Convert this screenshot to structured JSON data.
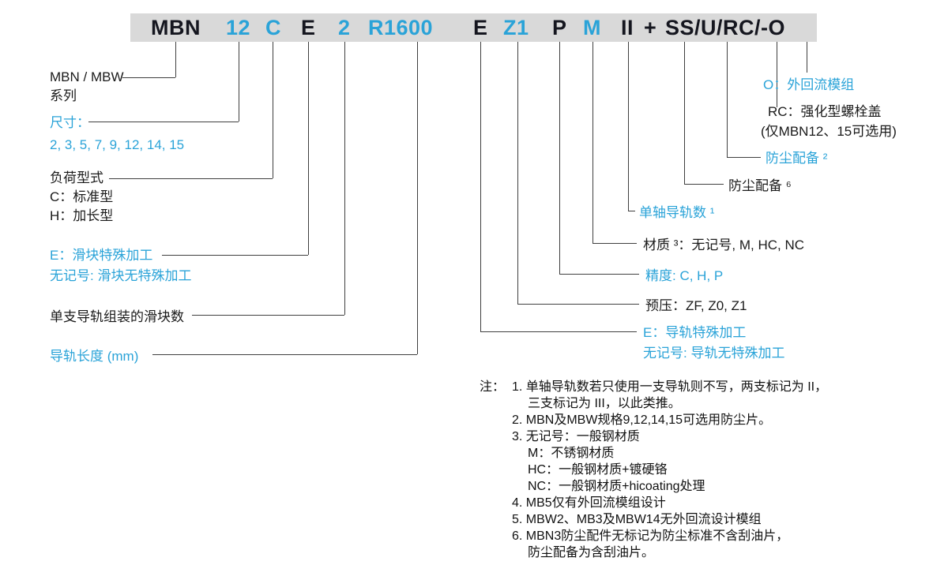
{
  "colors": {
    "accent_blue": "#2aa3d8",
    "dark_text": "#15161f",
    "bar_background": "#d9d9d9",
    "connector_line": "#3f3f3f"
  },
  "code_bar": {
    "full_code": "MBN 12 C E 2 R1600 E Z1 P M II + SS/U/RC/-O",
    "segments": [
      {
        "text": "MBN",
        "meaning": "series"
      },
      {
        "text": "12",
        "meaning": "size"
      },
      {
        "text": "C",
        "meaning": "load-type"
      },
      {
        "text": "E",
        "meaning": "block-special-machining"
      },
      {
        "text": "2",
        "meaning": "blocks-per-rail"
      },
      {
        "text": "R1600",
        "meaning": "rail-length"
      },
      {
        "text": "E",
        "meaning": "rail-special-machining"
      },
      {
        "text": "Z1",
        "meaning": "preload"
      },
      {
        "text": "P",
        "meaning": "accuracy"
      },
      {
        "text": "M",
        "meaning": "material"
      },
      {
        "text": "II",
        "meaning": "rails-per-axis"
      },
      {
        "text": "+",
        "meaning": "separator"
      },
      {
        "text": "SS/U/RC/-O",
        "meaning": "options"
      }
    ]
  },
  "labels_left": [
    {
      "lines": [
        "MBN / MBW",
        "系列"
      ]
    },
    {
      "lines": [
        "尺寸：",
        "2, 3, 5, 7, 9, 12, 14, 15"
      ]
    },
    {
      "lines": [
        "负荷型式",
        "C：标准型",
        "H：加长型"
      ]
    },
    {
      "lines": [
        "E：滑块特殊加工",
        "无记号: 滑块无特殊加工"
      ]
    },
    {
      "lines": [
        "单支导轨组装的滑块数"
      ]
    },
    {
      "lines": [
        "导轨长度 (mm)"
      ]
    }
  ],
  "labels_right": [
    {
      "lines": [
        "O：外回流模组"
      ]
    },
    {
      "lines": [
        "RC：强化型螺栓盖",
        "(仅MBN12、15可选用)"
      ]
    },
    {
      "lines": [
        "防尘配备 ²"
      ]
    },
    {
      "lines": [
        "防尘配备 ⁶"
      ]
    },
    {
      "lines": [
        "单轴导轨数 ¹"
      ]
    },
    {
      "lines": [
        "材质 ³：无记号, M, HC, NC"
      ]
    },
    {
      "lines": [
        "精度: C, H, P"
      ]
    },
    {
      "lines": [
        "预压：ZF, Z0, Z1"
      ]
    },
    {
      "lines": [
        "E：导轨特殊加工",
        "无记号: 导轨无特殊加工"
      ]
    }
  ],
  "notes": {
    "prefix": "注：",
    "lines": [
      {
        "text": "1. 单轴导轨数若只使用一支导轨则不写，两支标记为 II，"
      },
      {
        "text": "三支标记为 III，以此类推。"
      },
      {
        "text": "2. MBN及MBW规格9,12,14,15可选用防尘片。"
      },
      {
        "text": "3. 无记号：一般钢材质"
      },
      {
        "text": "M：不锈钢材质"
      },
      {
        "text": "HC：一般钢材质+镀硬铬"
      },
      {
        "text": "NC：一般钢材质+hicoating处理"
      },
      {
        "text": "4. MB5仅有外回流模组设计"
      },
      {
        "text": "5. MBW2、MB3及MBW14无外回流设计模组"
      },
      {
        "text": "6. MBN3防尘配件无标记为防尘标准不含刮油片，"
      },
      {
        "text": "防尘配备为含刮油片。"
      }
    ]
  }
}
